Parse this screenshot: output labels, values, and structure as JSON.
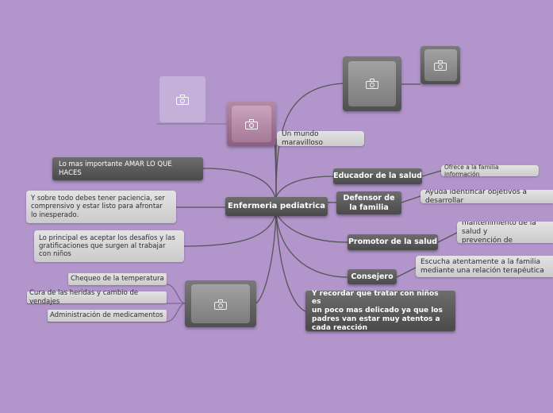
{
  "central": "Enfermeria pediatrica",
  "nodes": {
    "mundo": "Un mundo maravilloso",
    "educador": "Educador de la salud",
    "educador_sub": "Ofrece a la familia información",
    "defensor": "Defensor de\nla familia",
    "defensor_sub": "Ayuda identificar objetivos a desarrollar",
    "promotor": "Promotor de la salud",
    "promotor_sub": "Ayuda al mantenimiento de la salud y\nprevención de enfermedades",
    "consejero": "Consejero",
    "consejero_sub": "Escucha atentamente a la familia\nmediante una relación terapéutica",
    "recordar": "Y recordar que tratar con niños es\nun poco mas delicado ya que los\npadres van estar muy atentos a\ncada reacción",
    "amar": "Lo mas importante AMAR LO QUE\nHACES",
    "paciencia": "Y sobre todo debes tener paciencia, ser\ncomprensivo y estar listo para afrontar\nlo inesperado.",
    "desafios": "Lo principal es aceptar los desafíos y las\ngratificaciones que surgen al trabajar\ncon niños",
    "chequeo": "Chequeo de la temperatura",
    "cura": "Cura de las heridas y cambio de vendajes",
    "administracion": "Administración de medicamentos"
  },
  "icons": {
    "image_placeholder": "camera-icon"
  },
  "colors": {
    "background": "#b195cb",
    "dark_node": "#555555",
    "light_node": "#d6d6d6",
    "connector": "#555555"
  }
}
